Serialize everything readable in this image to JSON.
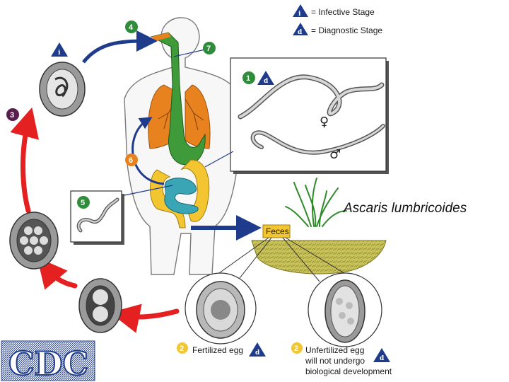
{
  "title": "Ascaris lumbricoides",
  "legend": {
    "infective_symbol": "i",
    "infective_label": "= Infective Stage",
    "diagnostic_symbol": "d",
    "diagnostic_label": "= Diagnostic Stage"
  },
  "stages": {
    "s1": "1",
    "s2a": "2",
    "s2b": "2",
    "s3": "3",
    "s4": "4",
    "s5": "5",
    "s6": "6",
    "s7": "7"
  },
  "symbols": {
    "i": "i",
    "d": "d"
  },
  "labels": {
    "feces": "Feces",
    "fertilized_egg": "Fertilized egg",
    "unfertilized_line1": "Unfertilized egg",
    "unfertilized_line2": "will not undergo",
    "unfertilized_line3": "biological development",
    "female": "♀",
    "male": "♂"
  },
  "logo": {
    "text": "CDC"
  },
  "colors": {
    "stage_circle": "#2f8c3a",
    "stage3_circle": "#5a1e4e",
    "triangle": "#1f3c8c",
    "red_arrow": "#e42020",
    "blue_arrow": "#1f3c8c",
    "lung": "#e8821e",
    "stomach": "#3f9a3a",
    "intestine_yellow": "#f3c531",
    "intestine_teal": "#3aa5b5",
    "soil": "#c9c25a",
    "feces_box": "#f3c531"
  }
}
